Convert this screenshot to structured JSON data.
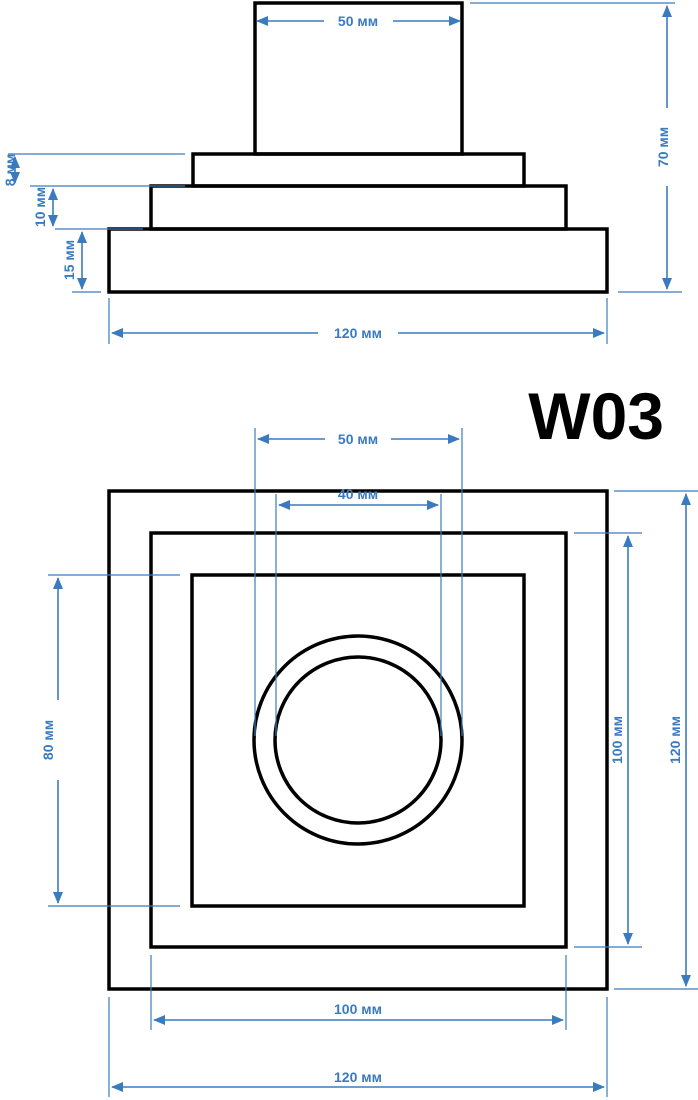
{
  "title": "W03",
  "colors": {
    "dimension": "#3a7bbf",
    "outline": "#000000",
    "background": "#ffffff"
  },
  "side_view": {
    "top_width": "50 мм",
    "total_height": "70 мм",
    "step_1_height": "8 мм",
    "step_2_height": "10 мм",
    "step_3_height": "15 мм",
    "base_width": "120 мм"
  },
  "top_view": {
    "outer_circle": "50 мм",
    "inner_circle": "40 мм",
    "inner_square": "80 мм",
    "middle_square_height": "100 мм",
    "outer_square_height": "120 мм",
    "middle_square_width": "100 мм",
    "outer_square_width": "120 мм"
  }
}
